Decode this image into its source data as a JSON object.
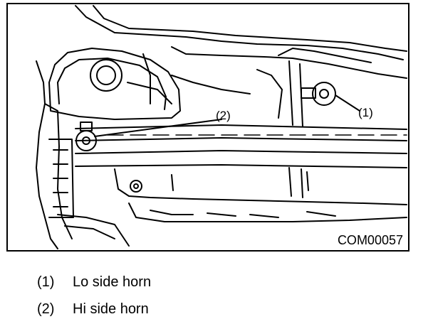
{
  "figure": {
    "code": "COM00057",
    "callouts": [
      {
        "id": "1",
        "text": "(1)"
      },
      {
        "id": "2",
        "text": "(2)"
      }
    ]
  },
  "legend": [
    {
      "num": "(1)",
      "label": "Lo side horn"
    },
    {
      "num": "(2)",
      "label": "Hi side horn"
    }
  ]
}
